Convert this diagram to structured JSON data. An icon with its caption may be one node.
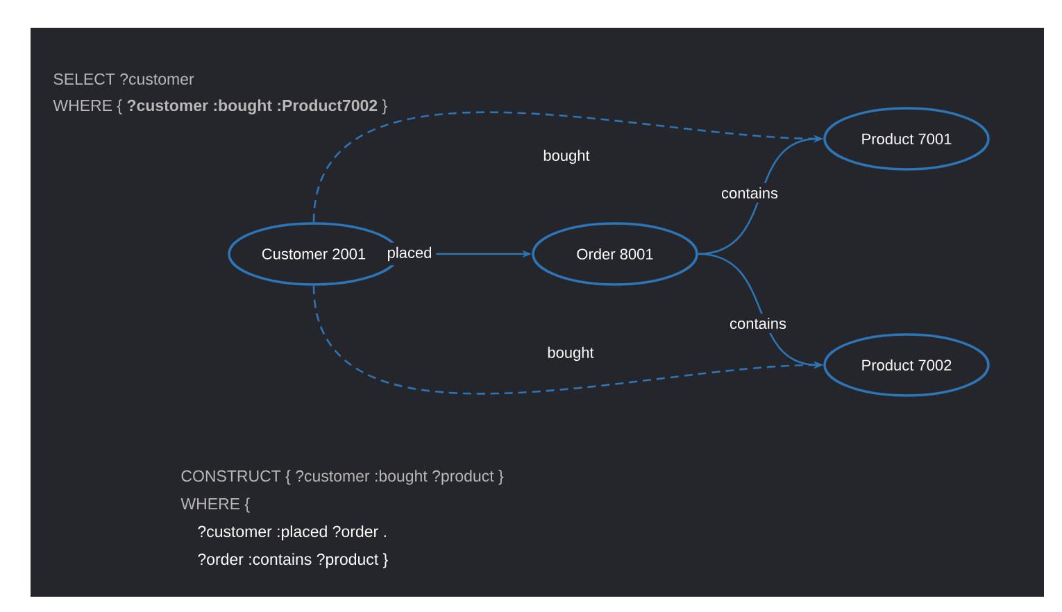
{
  "diagram": {
    "nodes": [
      {
        "text": [
          "Customer 2001"
        ]
      },
      {
        "text": [
          "Order 8001"
        ]
      },
      {
        "text": [
          "Product 7001"
        ]
      },
      {
        "text": [
          "Product 7002"
        ]
      }
    ],
    "edges": [
      {
        "from": 0,
        "to": 1,
        "arrow": "to",
        "label": "placed"
      },
      {
        "from": 1,
        "to": 2,
        "arrow": "to",
        "label": "contains"
      },
      {
        "from": 1,
        "to": 3,
        "arrow": "to",
        "label": "contains"
      },
      {
        "from": 0,
        "to": 2,
        "arrow": "to",
        "label": "bought",
        "style": "dashed"
      },
      {
        "from": 0,
        "to": 3,
        "arrow": "to",
        "label": "bought",
        "style": "dashed"
      }
    ],
    "labels": [
      "SELECT ?customer",
      "WHERE { **?customer :bought :Product7002** }",
      "CONSTRUCT { ?customer :bought ?product }",
      "WHERE {",
      "?customer :placed ?order .",
      "?order :contains ?product }"
    ]
  }
}
